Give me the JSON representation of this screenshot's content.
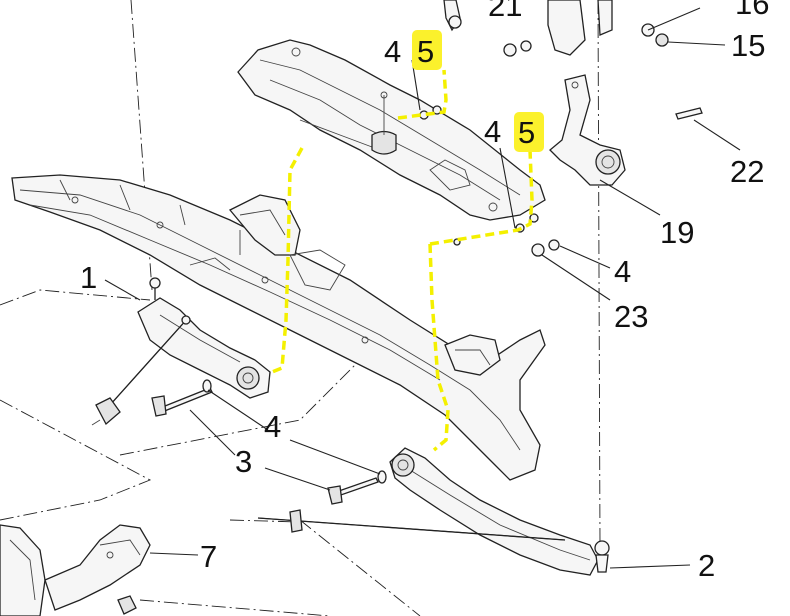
{
  "diagram": {
    "callouts": [
      {
        "id": "c16",
        "text": "16"
      },
      {
        "id": "c21",
        "text": "21"
      },
      {
        "id": "c15",
        "text": "15"
      },
      {
        "id": "c4a",
        "text": "4"
      },
      {
        "id": "c5a",
        "text": "5",
        "highlighted": true
      },
      {
        "id": "c4b",
        "text": "4"
      },
      {
        "id": "c5b",
        "text": "5",
        "highlighted": true
      },
      {
        "id": "c22",
        "text": "22"
      },
      {
        "id": "c19",
        "text": "19"
      },
      {
        "id": "c4c",
        "text": "4"
      },
      {
        "id": "c23",
        "text": "23"
      },
      {
        "id": "c1",
        "text": "1"
      },
      {
        "id": "c4d",
        "text": "4"
      },
      {
        "id": "c3",
        "text": "3"
      },
      {
        "id": "c7",
        "text": "7"
      },
      {
        "id": "c2",
        "text": "2"
      }
    ],
    "colors": {
      "highlight": "#fbf12c",
      "dash_highlight": "#f4f000",
      "line": "#222222",
      "part_fill": "#f6f6f6"
    }
  }
}
